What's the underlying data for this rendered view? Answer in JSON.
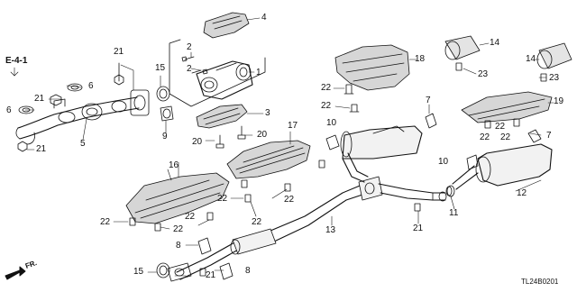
{
  "diagram": {
    "reference": "E-4-1",
    "direction_label": "FR.",
    "diagram_code": "TL24B0201",
    "callouts": [
      {
        "id": "c1",
        "text": "1"
      },
      {
        "id": "c2a",
        "text": "2"
      },
      {
        "id": "c2b",
        "text": "2"
      },
      {
        "id": "c3",
        "text": "3"
      },
      {
        "id": "c4",
        "text": "4"
      },
      {
        "id": "c5",
        "text": "5"
      },
      {
        "id": "c6a",
        "text": "6"
      },
      {
        "id": "c6b",
        "text": "6"
      },
      {
        "id": "c7a",
        "text": "7"
      },
      {
        "id": "c7b",
        "text": "7"
      },
      {
        "id": "c8a",
        "text": "8"
      },
      {
        "id": "c8b",
        "text": "8"
      },
      {
        "id": "c9",
        "text": "9"
      },
      {
        "id": "c10a",
        "text": "10"
      },
      {
        "id": "c10b",
        "text": "10"
      },
      {
        "id": "c11",
        "text": "11"
      },
      {
        "id": "c12",
        "text": "12"
      },
      {
        "id": "c13",
        "text": "13"
      },
      {
        "id": "c14a",
        "text": "14"
      },
      {
        "id": "c14b",
        "text": "14"
      },
      {
        "id": "c15a",
        "text": "15"
      },
      {
        "id": "c15b",
        "text": "15"
      },
      {
        "id": "c16",
        "text": "16"
      },
      {
        "id": "c17",
        "text": "17"
      },
      {
        "id": "c18",
        "text": "18"
      },
      {
        "id": "c19",
        "text": "19"
      },
      {
        "id": "c20a",
        "text": "20"
      },
      {
        "id": "c20b",
        "text": "20"
      },
      {
        "id": "c21a",
        "text": "21"
      },
      {
        "id": "c21b",
        "text": "21"
      },
      {
        "id": "c21c",
        "text": "21"
      },
      {
        "id": "c21d",
        "text": "21"
      },
      {
        "id": "c21e",
        "text": "21"
      },
      {
        "id": "c22a",
        "text": "22"
      },
      {
        "id": "c22b",
        "text": "22"
      },
      {
        "id": "c22c",
        "text": "22"
      },
      {
        "id": "c22d",
        "text": "22"
      },
      {
        "id": "c22e",
        "text": "22"
      },
      {
        "id": "c22f",
        "text": "22"
      },
      {
        "id": "c22g",
        "text": "22"
      },
      {
        "id": "c22h",
        "text": "22"
      },
      {
        "id": "c22i",
        "text": "22"
      },
      {
        "id": "c22j",
        "text": "22"
      },
      {
        "id": "c22k",
        "text": "22"
      },
      {
        "id": "c23a",
        "text": "23"
      },
      {
        "id": "c23b",
        "text": "23"
      }
    ]
  }
}
